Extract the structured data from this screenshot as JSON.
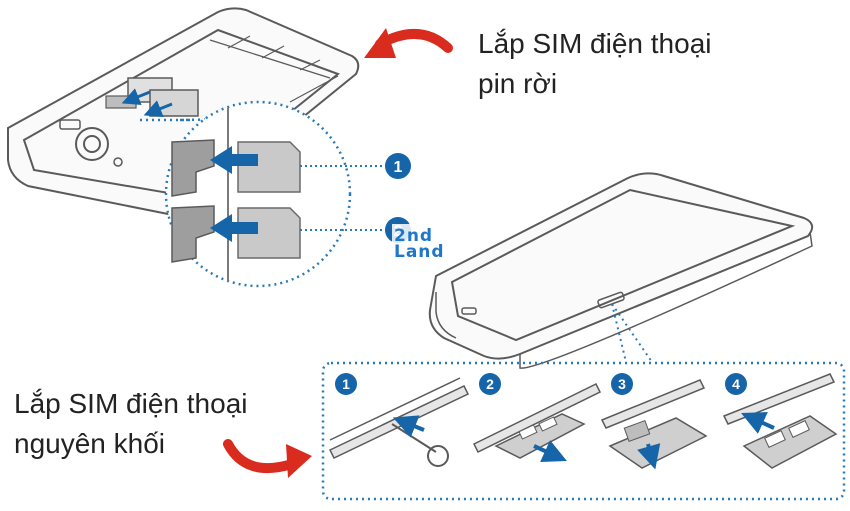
{
  "captions": {
    "removable_battery": [
      "Lắp SIM điện thoại",
      "pin rời"
    ],
    "unibody": [
      "Lắp SIM điện thoại",
      "nguyên khối"
    ]
  },
  "watermark": [
    "2nd",
    "Land"
  ],
  "callouts": [
    "1",
    "2"
  ],
  "steps": [
    "1",
    "2",
    "3",
    "4"
  ],
  "colors": {
    "accent_blue": "#1565a8",
    "arrow_red": "#d92b1e",
    "sim_gray": "#c9c9c9",
    "line": "#5a5a5a"
  },
  "icons": [
    "curved-arrow-left-icon",
    "curved-arrow-right-icon"
  ]
}
